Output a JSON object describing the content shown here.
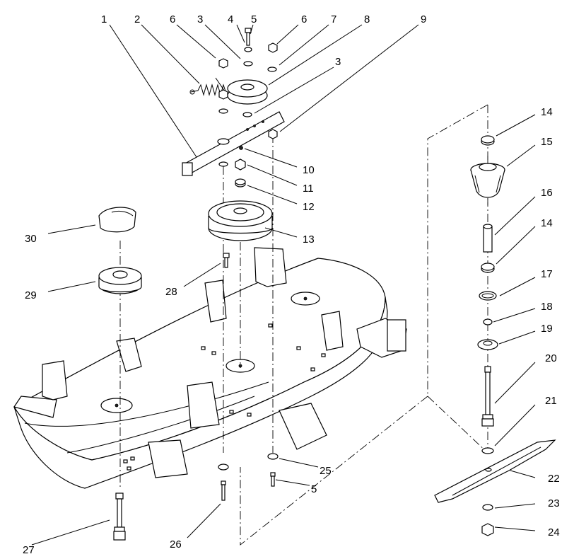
{
  "callouts": [
    "1",
    "2",
    "3",
    "4",
    "5",
    "6",
    "7",
    "8",
    "9",
    "10",
    "11",
    "12",
    "13",
    "14",
    "15",
    "16",
    "17",
    "18",
    "19",
    "20",
    "21",
    "22",
    "23",
    "24",
    "25",
    "26",
    "27",
    "28",
    "29",
    "30"
  ],
  "callout_labels": {
    "c1": "1",
    "c2": "2",
    "c3a": "3",
    "c3b": "3",
    "c4": "4",
    "c5a": "5",
    "c5b": "5",
    "c6a": "6",
    "c6b": "6",
    "c7": "7",
    "c8": "8",
    "c9": "9",
    "c10": "10",
    "c11": "11",
    "c12": "12",
    "c13": "13",
    "c14a": "14",
    "c14b": "14",
    "c15": "15",
    "c16": "16",
    "c17": "17",
    "c18": "18",
    "c19": "19",
    "c20": "20",
    "c21": "21",
    "c22": "22",
    "c23": "23",
    "c24": "24",
    "c25": "25",
    "c26": "26",
    "c27": "27",
    "c28": "28",
    "c29": "29",
    "c30": "30"
  }
}
